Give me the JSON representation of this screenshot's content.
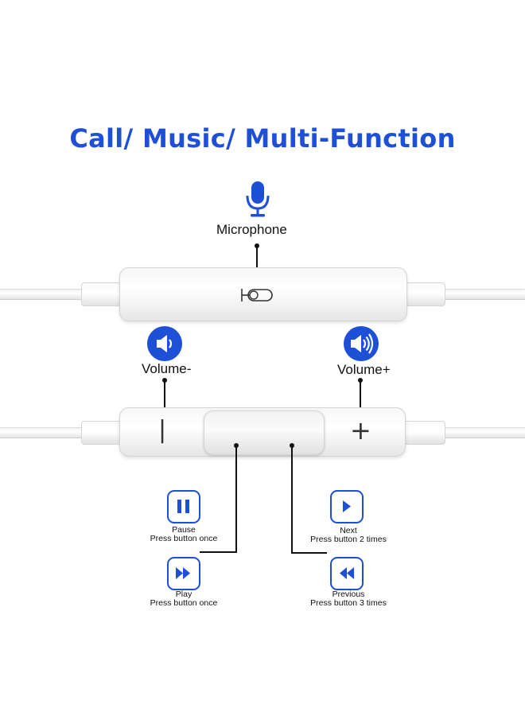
{
  "title": "Call/ Music/ Multi-Function",
  "colors": {
    "accent": "#1d4fd7"
  },
  "microphone": {
    "label": "Microphone",
    "icon": "microphone-icon"
  },
  "volume_down": {
    "label": "Volume-",
    "icon": "speaker-low-icon",
    "symbol": "|"
  },
  "volume_up": {
    "label": "Volume+",
    "icon": "speaker-high-icon",
    "symbol": "+"
  },
  "controls": [
    {
      "icon": "pause-icon",
      "name": "Pause",
      "action": "Press button once"
    },
    {
      "icon": "play-icon",
      "name": "Play",
      "action": "Press button once"
    },
    {
      "icon": "next-icon",
      "name": "Next",
      "action": "Press button 2 times"
    },
    {
      "icon": "previous-icon",
      "name": "Previous",
      "action": "Press button 3 times"
    }
  ]
}
